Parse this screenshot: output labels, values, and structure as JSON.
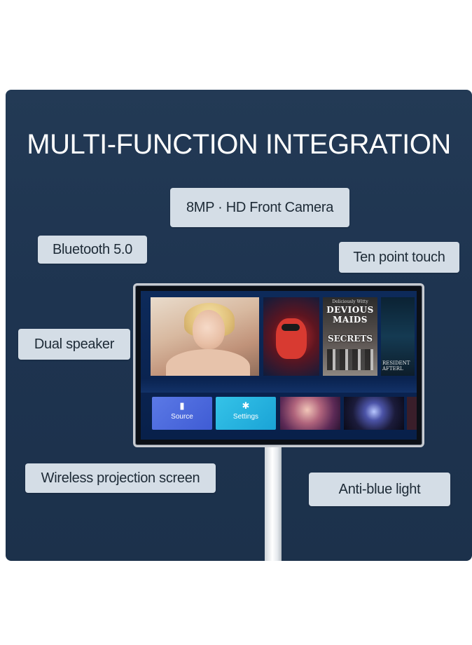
{
  "title": "MULTI-FUNCTION INTEGRATION",
  "features": {
    "camera": "8MP · HD Front Camera",
    "bluetooth": "Bluetooth 5.0",
    "touch": "Ten point touch",
    "speaker": "Dual speaker",
    "projection": "Wireless projection screen",
    "blue_light": "Anti-blue light"
  },
  "screen": {
    "posters": {
      "devious_maids_small": "Deliciously Witty",
      "devious_maids_title_1": "DEVIOUS",
      "devious_maids_title_2": "MAIDS",
      "devious_maids_sub": "SECRETS",
      "resident_evil_1": "RESIDENT",
      "resident_evil_2": "AFTERL"
    },
    "buttons": {
      "source": "Source",
      "settings": "Settings"
    }
  },
  "colors": {
    "background": "#1e3450",
    "pill": "#d4dde6",
    "source_button": "#4a68de",
    "settings_button": "#25b2df"
  }
}
